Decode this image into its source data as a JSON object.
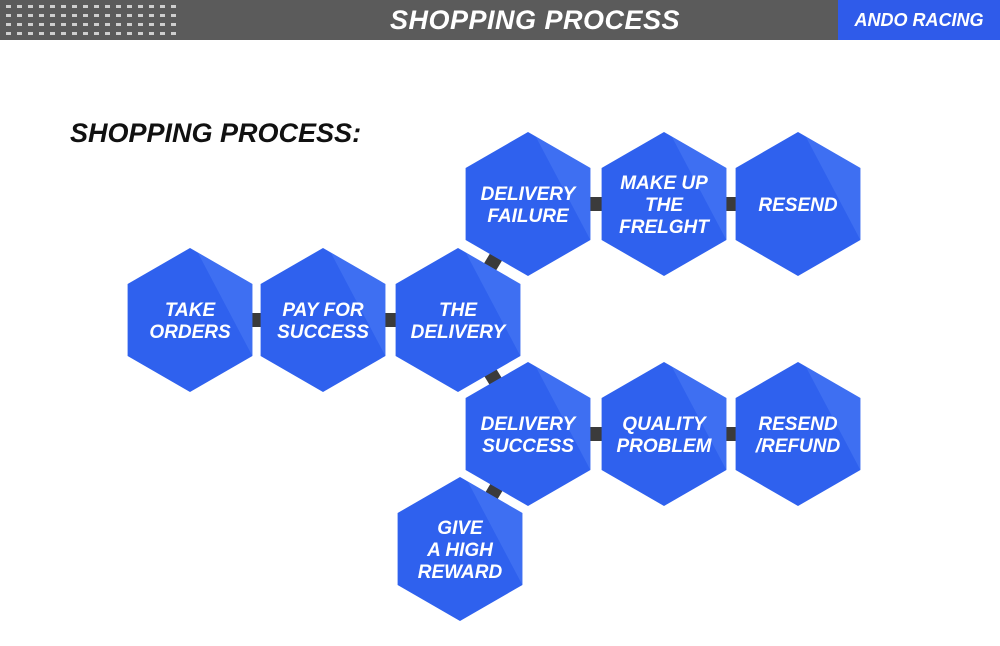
{
  "header": {
    "title": "SHOPPING PROCESS",
    "brand": "ANDO RACING"
  },
  "heading": "SHOPPING PROCESS:",
  "colors": {
    "header_bg": "#5b5b5b",
    "brand_bg": "#2f5bea",
    "node_fill": "#2f61ee",
    "node_highlight": "#4b7bf5",
    "connector": "#3b3b3b"
  },
  "nodes": [
    {
      "id": "take-orders",
      "lines": [
        "TAKE",
        "ORDERS"
      ]
    },
    {
      "id": "pay-for-success",
      "lines": [
        "PAY FOR",
        "SUCCESS"
      ]
    },
    {
      "id": "the-delivery",
      "lines": [
        "THE",
        "DELIVERY"
      ]
    },
    {
      "id": "delivery-failure",
      "lines": [
        "DELIVERY",
        "FAILURE"
      ]
    },
    {
      "id": "make-up-the-freight",
      "lines": [
        "MAKE UP",
        "THE",
        "FRELGHT"
      ]
    },
    {
      "id": "resend",
      "lines": [
        "RESEND"
      ]
    },
    {
      "id": "delivery-success",
      "lines": [
        "DELIVERY",
        "SUCCESS"
      ]
    },
    {
      "id": "quality-problem",
      "lines": [
        "QUALITY",
        "PROBLEM"
      ]
    },
    {
      "id": "resend-refund",
      "lines": [
        "RESEND",
        "/REFUND"
      ]
    },
    {
      "id": "give-a-high-reward",
      "lines": [
        "GIVE",
        "A HIGH",
        "REWARD"
      ]
    }
  ],
  "links": [
    [
      "take-orders",
      "pay-for-success"
    ],
    [
      "pay-for-success",
      "the-delivery"
    ],
    [
      "the-delivery",
      "delivery-failure"
    ],
    [
      "delivery-failure",
      "make-up-the-freight"
    ],
    [
      "make-up-the-freight",
      "resend"
    ],
    [
      "the-delivery",
      "delivery-success"
    ],
    [
      "delivery-success",
      "quality-problem"
    ],
    [
      "quality-problem",
      "resend-refund"
    ],
    [
      "delivery-success",
      "give-a-high-reward"
    ]
  ]
}
